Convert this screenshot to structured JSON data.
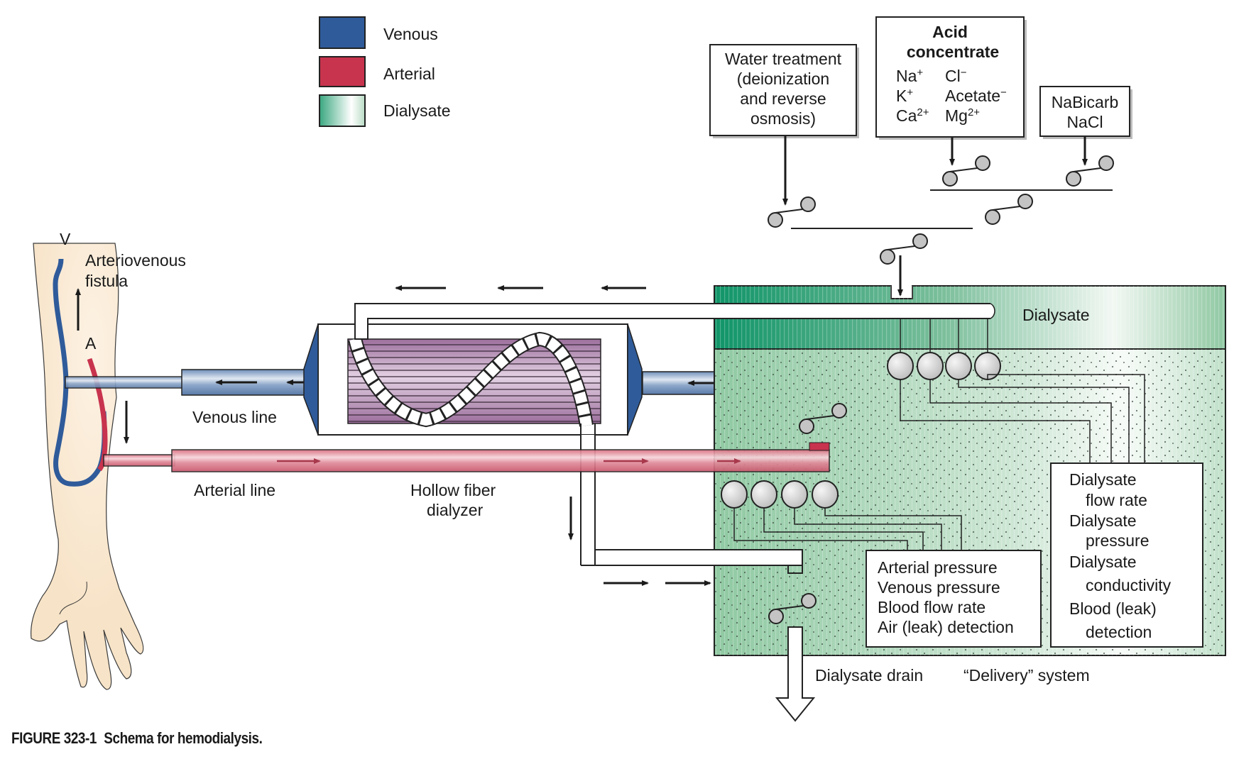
{
  "figure": {
    "number": "FIGURE 323-1",
    "title": "Schema for hemodialysis."
  },
  "legend": {
    "items": [
      {
        "label": "Venous",
        "color": "#2f5b9a"
      },
      {
        "label": "Arterial",
        "color": "#c8334d"
      },
      {
        "label": "Dialysate",
        "color": "#3aa77f"
      }
    ]
  },
  "colors": {
    "venous": "#2f5b9a",
    "arterial": "#c8334d",
    "dialysate_dark": "#0f9468",
    "dialysate_light": "#e8f3ec",
    "skin": "#f7e3c7",
    "fiber": "#a77ea6",
    "roller": "#c4c4c4"
  },
  "arm": {
    "venous_marker": "V",
    "arterial_marker": "A",
    "fistula_label_line1": "Arteriovenous",
    "fistula_label_line2": "fistula"
  },
  "lines": {
    "venous_line": "Venous line",
    "arterial_line": "Arterial line",
    "dialyzer_line1": "Hollow fiber",
    "dialyzer_line2": "dialyzer"
  },
  "supply": {
    "water_treatment": [
      "Water treatment",
      "(deionization",
      "and reverse",
      "osmosis)"
    ],
    "acid_title": [
      "Acid",
      "concentrate"
    ],
    "acid_ions": [
      {
        "left": "Na",
        "left_sup": "+",
        "right": "Cl",
        "right_sup": "−"
      },
      {
        "left": "K",
        "left_sup": "+",
        "right": "Acetate",
        "right_sup": "−"
      },
      {
        "left": "Ca",
        "left_sup": "2+",
        "right": "Mg",
        "right_sup": "2+"
      }
    ],
    "bicarb": [
      "NaBicarb",
      "NaCl"
    ]
  },
  "delivery": {
    "dialysate_label": "Dialysate",
    "blood_monitors": [
      "Arterial pressure",
      "Venous pressure",
      "Blood flow rate",
      "Air (leak) detection"
    ],
    "dialysate_monitors": [
      "Dialysate",
      "flow rate",
      "Dialysate",
      "pressure",
      "Dialysate",
      "conductivity",
      "Blood (leak)",
      "detection"
    ],
    "drain_label": "Dialysate drain",
    "system_label": "“Delivery” system"
  }
}
